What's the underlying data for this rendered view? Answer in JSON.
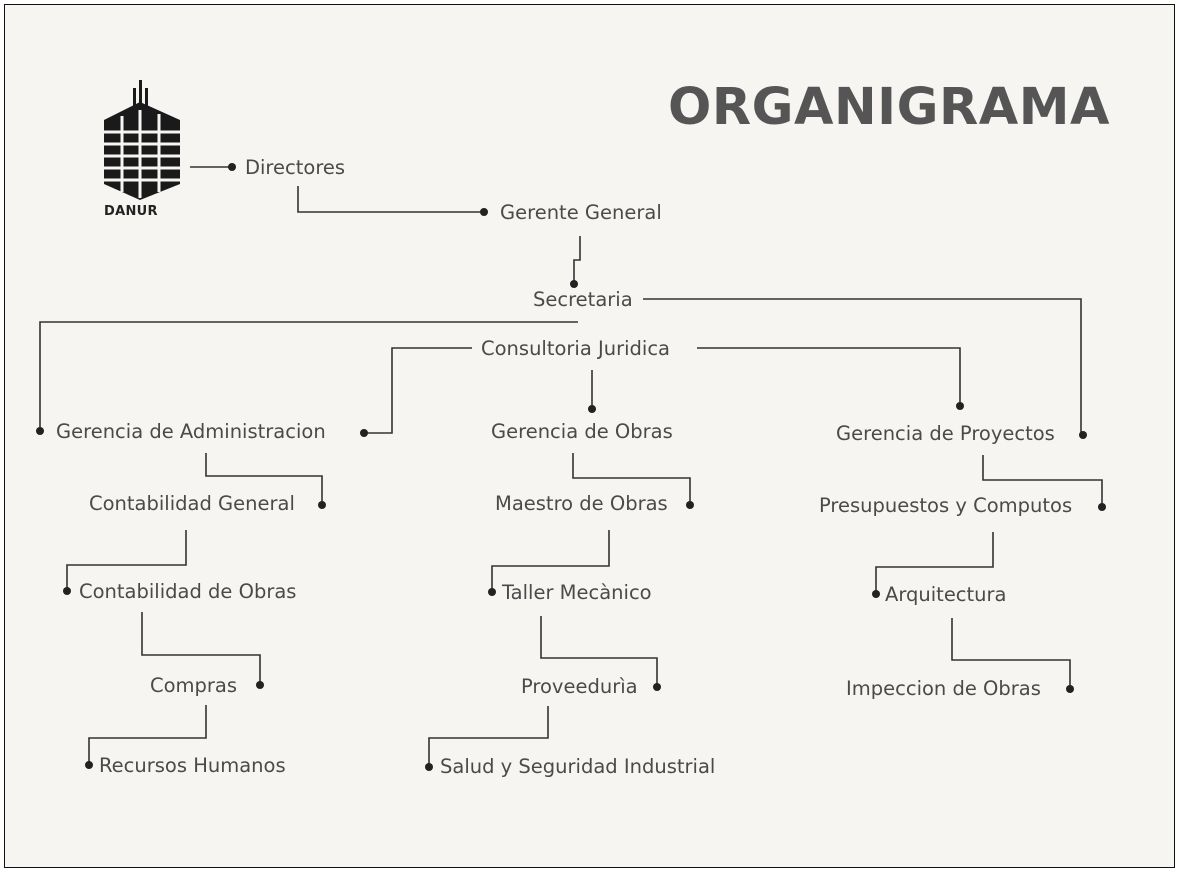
{
  "title": "ORGANIGRAMA",
  "logo": {
    "text": "DANUR"
  },
  "nodes": {
    "directores": "Directores",
    "gerente_general": "Gerente General",
    "secretaria": "Secretaria",
    "consultoria_juridica": "Consultoria Juridica",
    "gerencia_administracion": "Gerencia de Administracion",
    "gerencia_obras": "Gerencia de Obras",
    "gerencia_proyectos": "Gerencia de Proyectos",
    "contabilidad_general": "Contabilidad General",
    "contabilidad_obras": "Contabilidad de Obras",
    "compras": "Compras",
    "recursos_humanos": "Recursos Humanos",
    "maestro_obras": "Maestro de Obras",
    "taller_mecanico": "Taller Mecànico",
    "proveeduria": "Proveedurìa",
    "salud_seguridad": "Salud y Seguridad Industrial",
    "presupuestos_computos": "Presupuestos y Computos",
    "arquitectura": "Arquitectura",
    "impeccion_obras": "Impeccion de Obras"
  },
  "colors": {
    "text": "#4a4a4a",
    "title": "#555555",
    "line": "#333333",
    "background": "#f6f5f2"
  }
}
